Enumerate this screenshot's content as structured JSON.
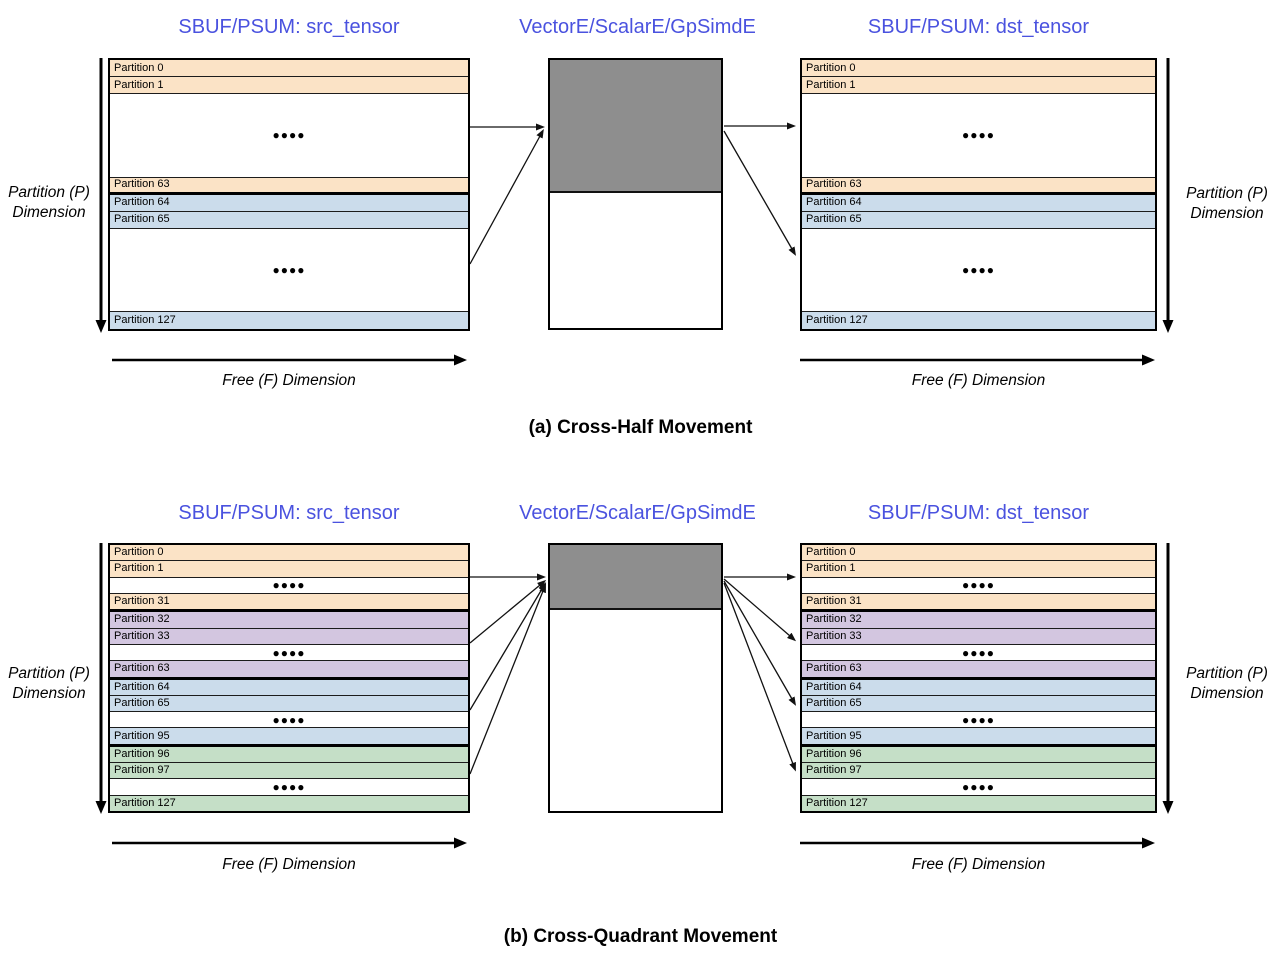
{
  "shared": {
    "partition_axis_line1": "Partition (P)",
    "partition_axis_line2": "Dimension",
    "free_axis": "Free (F) Dimension",
    "dots": "●●●●",
    "colors": {
      "title_blue": "#4A52DF",
      "row_orange": "#FBE3C6",
      "row_purple": "#D3C6E0",
      "row_blue": "#CBDCEB",
      "row_green": "#C5DFC7",
      "engine_gray": "#8E8E8E"
    }
  },
  "diagram_a": {
    "caption": "(a) Cross-Half Movement",
    "src_title": "SBUF/PSUM: src_tensor",
    "engine_title": "VectorE/ScalarE/GpSimdE",
    "dst_title": "SBUF/PSUM: dst_tensor",
    "rows": [
      "Partition 0",
      "Partition 1",
      "Partition 63",
      "Partition 64",
      "Partition 65",
      "Partition 127"
    ]
  },
  "diagram_b": {
    "caption": "(b) Cross-Quadrant Movement",
    "src_title": "SBUF/PSUM: src_tensor",
    "engine_title": "VectorE/ScalarE/GpSimdE",
    "dst_title": "SBUF/PSUM: dst_tensor",
    "rows": [
      "Partition 0",
      "Partition 1",
      "Partition 31",
      "Partition 32",
      "Partition 33",
      "Partition 63",
      "Partition 64",
      "Partition 65",
      "Partition 95",
      "Partition 96",
      "Partition 97",
      "Partition 127"
    ]
  }
}
